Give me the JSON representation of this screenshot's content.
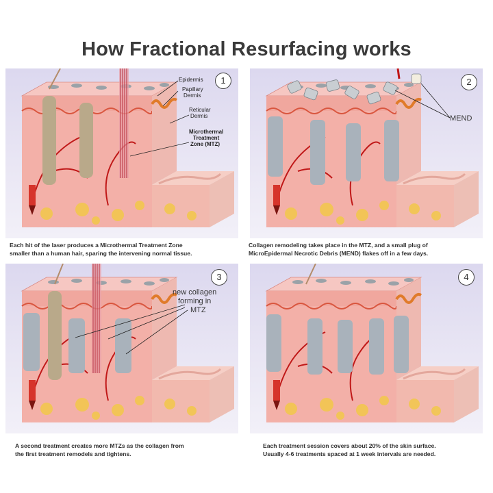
{
  "title": "How Fractional Resurfacing works",
  "panels": [
    {
      "number": "1",
      "labels": {
        "epidermis": "Epidermis",
        "papillary": "Papillary",
        "dermis": "Dermis",
        "reticular": "Reticular",
        "dermis2": "Dermis",
        "mtz1": "Microthermal",
        "mtz2": "Treatment",
        "mtz3": "Zone (MTZ)"
      },
      "caption": [
        "Each hit of the laser produces a Microthermal Treatment Zone",
        "smaller than a human hair, sparing the intervening normal tissue."
      ]
    },
    {
      "number": "2",
      "labels": {
        "mend": "MEND"
      },
      "caption": [
        "Collagen remodeling takes place in the MTZ, and a small plug of",
        "MicroEpidermal Necrotic Debris (MEND) flakes off in a few days."
      ]
    },
    {
      "number": "3",
      "labels": {
        "collagen1": "new collagen",
        "collagen2": "forming in",
        "collagen3": "MTZ"
      },
      "caption": [
        "A second treatment creates more MTZs as the collagen from",
        "the first treatment remodels and tightens."
      ]
    },
    {
      "number": "4",
      "caption": [
        "Each treatment session covers about 20% of the skin surface.",
        "Usually 4-6 treatments spaced at 1 week intervals are needed."
      ]
    }
  ],
  "colors": {
    "background": "#ffffff",
    "skin_top": "#f6c7c2",
    "skin_front": "#f3b0a8",
    "skin_side": "#eeb9b1",
    "epidermis_band": "#f0a79e",
    "pore": "#9aa2a8",
    "mtz_column": "#a9b2bb",
    "laser": "#c24a5a",
    "vessel": "#c01818",
    "fat": "#f2c84a",
    "title": "#3a3a3a"
  }
}
